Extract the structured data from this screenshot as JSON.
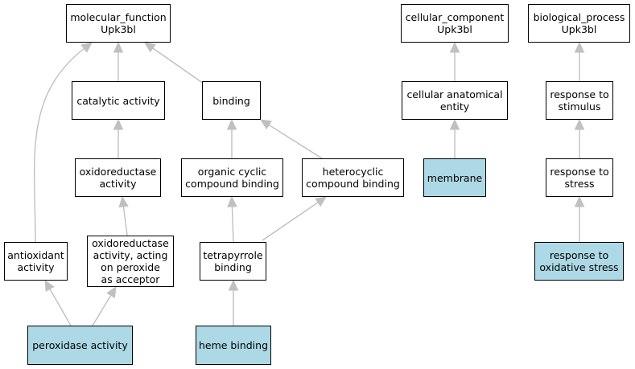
{
  "colors": {
    "highlight": "#add8e6",
    "node_fill": "#ffffff",
    "border": "#000000",
    "edge": "#c0c0c0"
  },
  "nodes": {
    "molecular_function": {
      "label": "molecular_function\nUpk3bl",
      "highlighted": false
    },
    "catalytic_activity": {
      "label": "catalytic activity",
      "highlighted": false
    },
    "binding": {
      "label": "binding",
      "highlighted": false
    },
    "oxidoreductase_activity": {
      "label": "oxidoreductase\nactivity",
      "highlighted": false
    },
    "organic_cyclic_compound_binding": {
      "label": "organic cyclic\ncompound binding",
      "highlighted": false
    },
    "heterocyclic_compound_binding": {
      "label": "heterocyclic\ncompound binding",
      "highlighted": false
    },
    "antioxidant_activity": {
      "label": "antioxidant\nactivity",
      "highlighted": false
    },
    "oxidoreductase_peroxide": {
      "label": "oxidoreductase\nactivity, acting\non peroxide\nas acceptor",
      "highlighted": false
    },
    "tetrapyrrole_binding": {
      "label": "tetrapyrrole\nbinding",
      "highlighted": false
    },
    "peroxidase_activity": {
      "label": "peroxidase activity",
      "highlighted": true
    },
    "heme_binding": {
      "label": "heme binding",
      "highlighted": true
    },
    "cellular_component": {
      "label": "cellular_component\nUpk3bl",
      "highlighted": false
    },
    "cellular_anatomical_entity": {
      "label": "cellular anatomical\nentity",
      "highlighted": false
    },
    "membrane": {
      "label": "membrane",
      "highlighted": true
    },
    "biological_process": {
      "label": "biological_process\nUpk3bl",
      "highlighted": false
    },
    "response_to_stimulus": {
      "label": "response to\nstimulus",
      "highlighted": false
    },
    "response_to_stress": {
      "label": "response to\nstress",
      "highlighted": false
    },
    "response_to_oxidative_stress": {
      "label": "response to\noxidative stress",
      "highlighted": true
    }
  },
  "edges": [
    {
      "from": "catalytic_activity",
      "to": "molecular_function"
    },
    {
      "from": "binding",
      "to": "molecular_function"
    },
    {
      "from": "antioxidant_activity",
      "to": "molecular_function"
    },
    {
      "from": "oxidoreductase_activity",
      "to": "catalytic_activity"
    },
    {
      "from": "oxidoreductase_peroxide",
      "to": "oxidoreductase_activity"
    },
    {
      "from": "organic_cyclic_compound_binding",
      "to": "binding"
    },
    {
      "from": "heterocyclic_compound_binding",
      "to": "binding"
    },
    {
      "from": "tetrapyrrole_binding",
      "to": "organic_cyclic_compound_binding"
    },
    {
      "from": "tetrapyrrole_binding",
      "to": "heterocyclic_compound_binding"
    },
    {
      "from": "peroxidase_activity",
      "to": "antioxidant_activity"
    },
    {
      "from": "peroxidase_activity",
      "to": "oxidoreductase_peroxide"
    },
    {
      "from": "heme_binding",
      "to": "tetrapyrrole_binding"
    },
    {
      "from": "cellular_anatomical_entity",
      "to": "cellular_component"
    },
    {
      "from": "membrane",
      "to": "cellular_anatomical_entity"
    },
    {
      "from": "response_to_stimulus",
      "to": "biological_process"
    },
    {
      "from": "response_to_stress",
      "to": "response_to_stimulus"
    },
    {
      "from": "response_to_oxidative_stress",
      "to": "response_to_stress"
    }
  ]
}
